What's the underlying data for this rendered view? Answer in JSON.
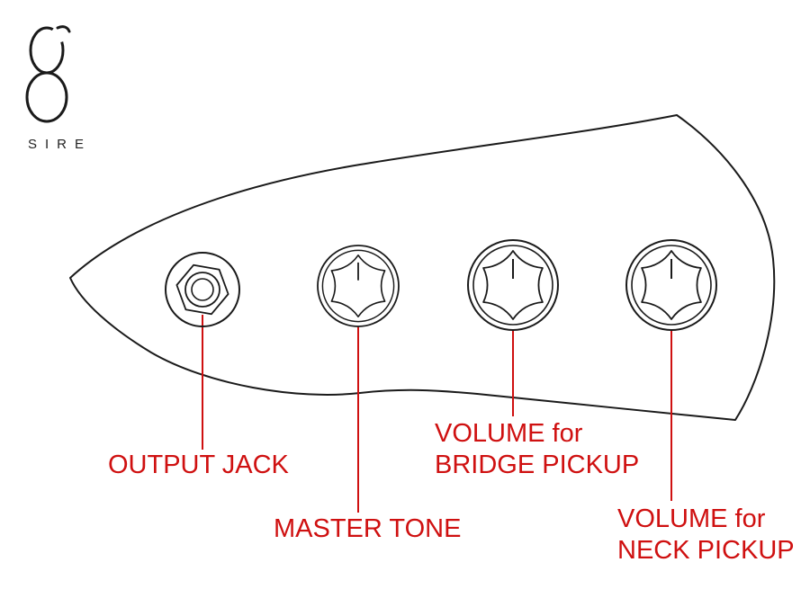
{
  "brand": {
    "logo_text": "SIRE"
  },
  "annotations": {
    "color": "#cf1010",
    "outline_color": "#1a1a1a",
    "output_jack": {
      "label": "OUTPUT JACK"
    },
    "master_tone": {
      "label": "MASTER TONE"
    },
    "bridge_volume": {
      "line1": "VOLUME for",
      "line2": "BRIDGE PICKUP"
    },
    "neck_volume": {
      "line1": "VOLUME for",
      "line2": "NECK PICKUP"
    }
  }
}
